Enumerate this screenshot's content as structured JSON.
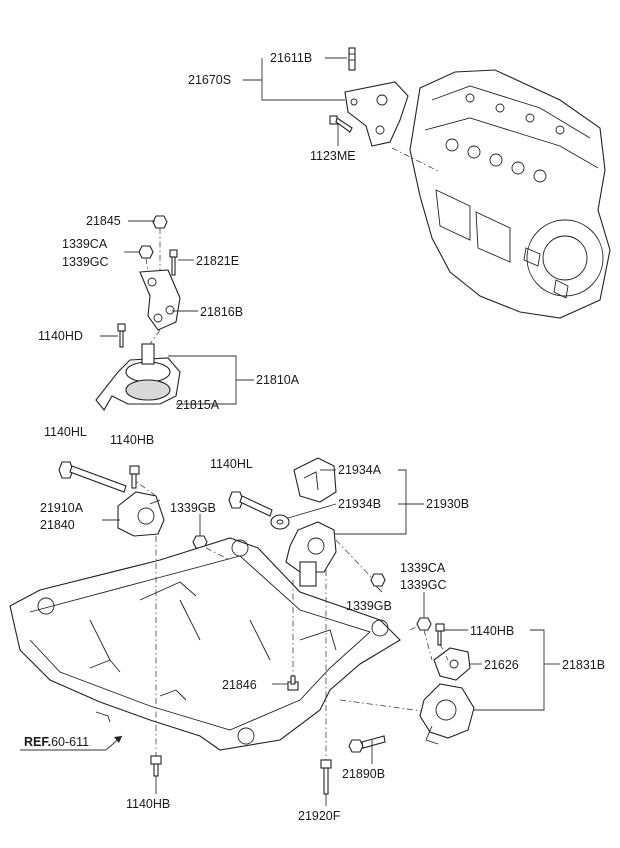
{
  "labels": {
    "p21611B": "21611B",
    "p21670S": "21670S",
    "p1123ME": "1123ME",
    "p21845": "21845",
    "p1339CA_a": "1339CA",
    "p1339GC_a": "1339GC",
    "p21821E": "21821E",
    "p21816B": "21816B",
    "p1140HD": "1140HD",
    "p21810A": "21810A",
    "p21815A": "21815A",
    "p1140HL_a": "1140HL",
    "p1140HB_a": "1140HB",
    "p1140HL_b": "1140HL",
    "p21934A": "21934A",
    "p21934B": "21934B",
    "p21930B": "21930B",
    "p21910A": "21910A",
    "p21840": "21840",
    "p1339GB_a": "1339GB",
    "p1339CA_b": "1339CA",
    "p1339GC_b": "1339GC",
    "p1339GB_b": "1339GB",
    "p1140HB_b": "1140HB",
    "p21626": "21626",
    "p21831B": "21831B",
    "p21846": "21846",
    "p21890B": "21890B",
    "p21920F": "21920F",
    "p1140HB_c": "1140HB"
  },
  "reference": {
    "prefix": "REF.",
    "number": "60-611"
  }
}
